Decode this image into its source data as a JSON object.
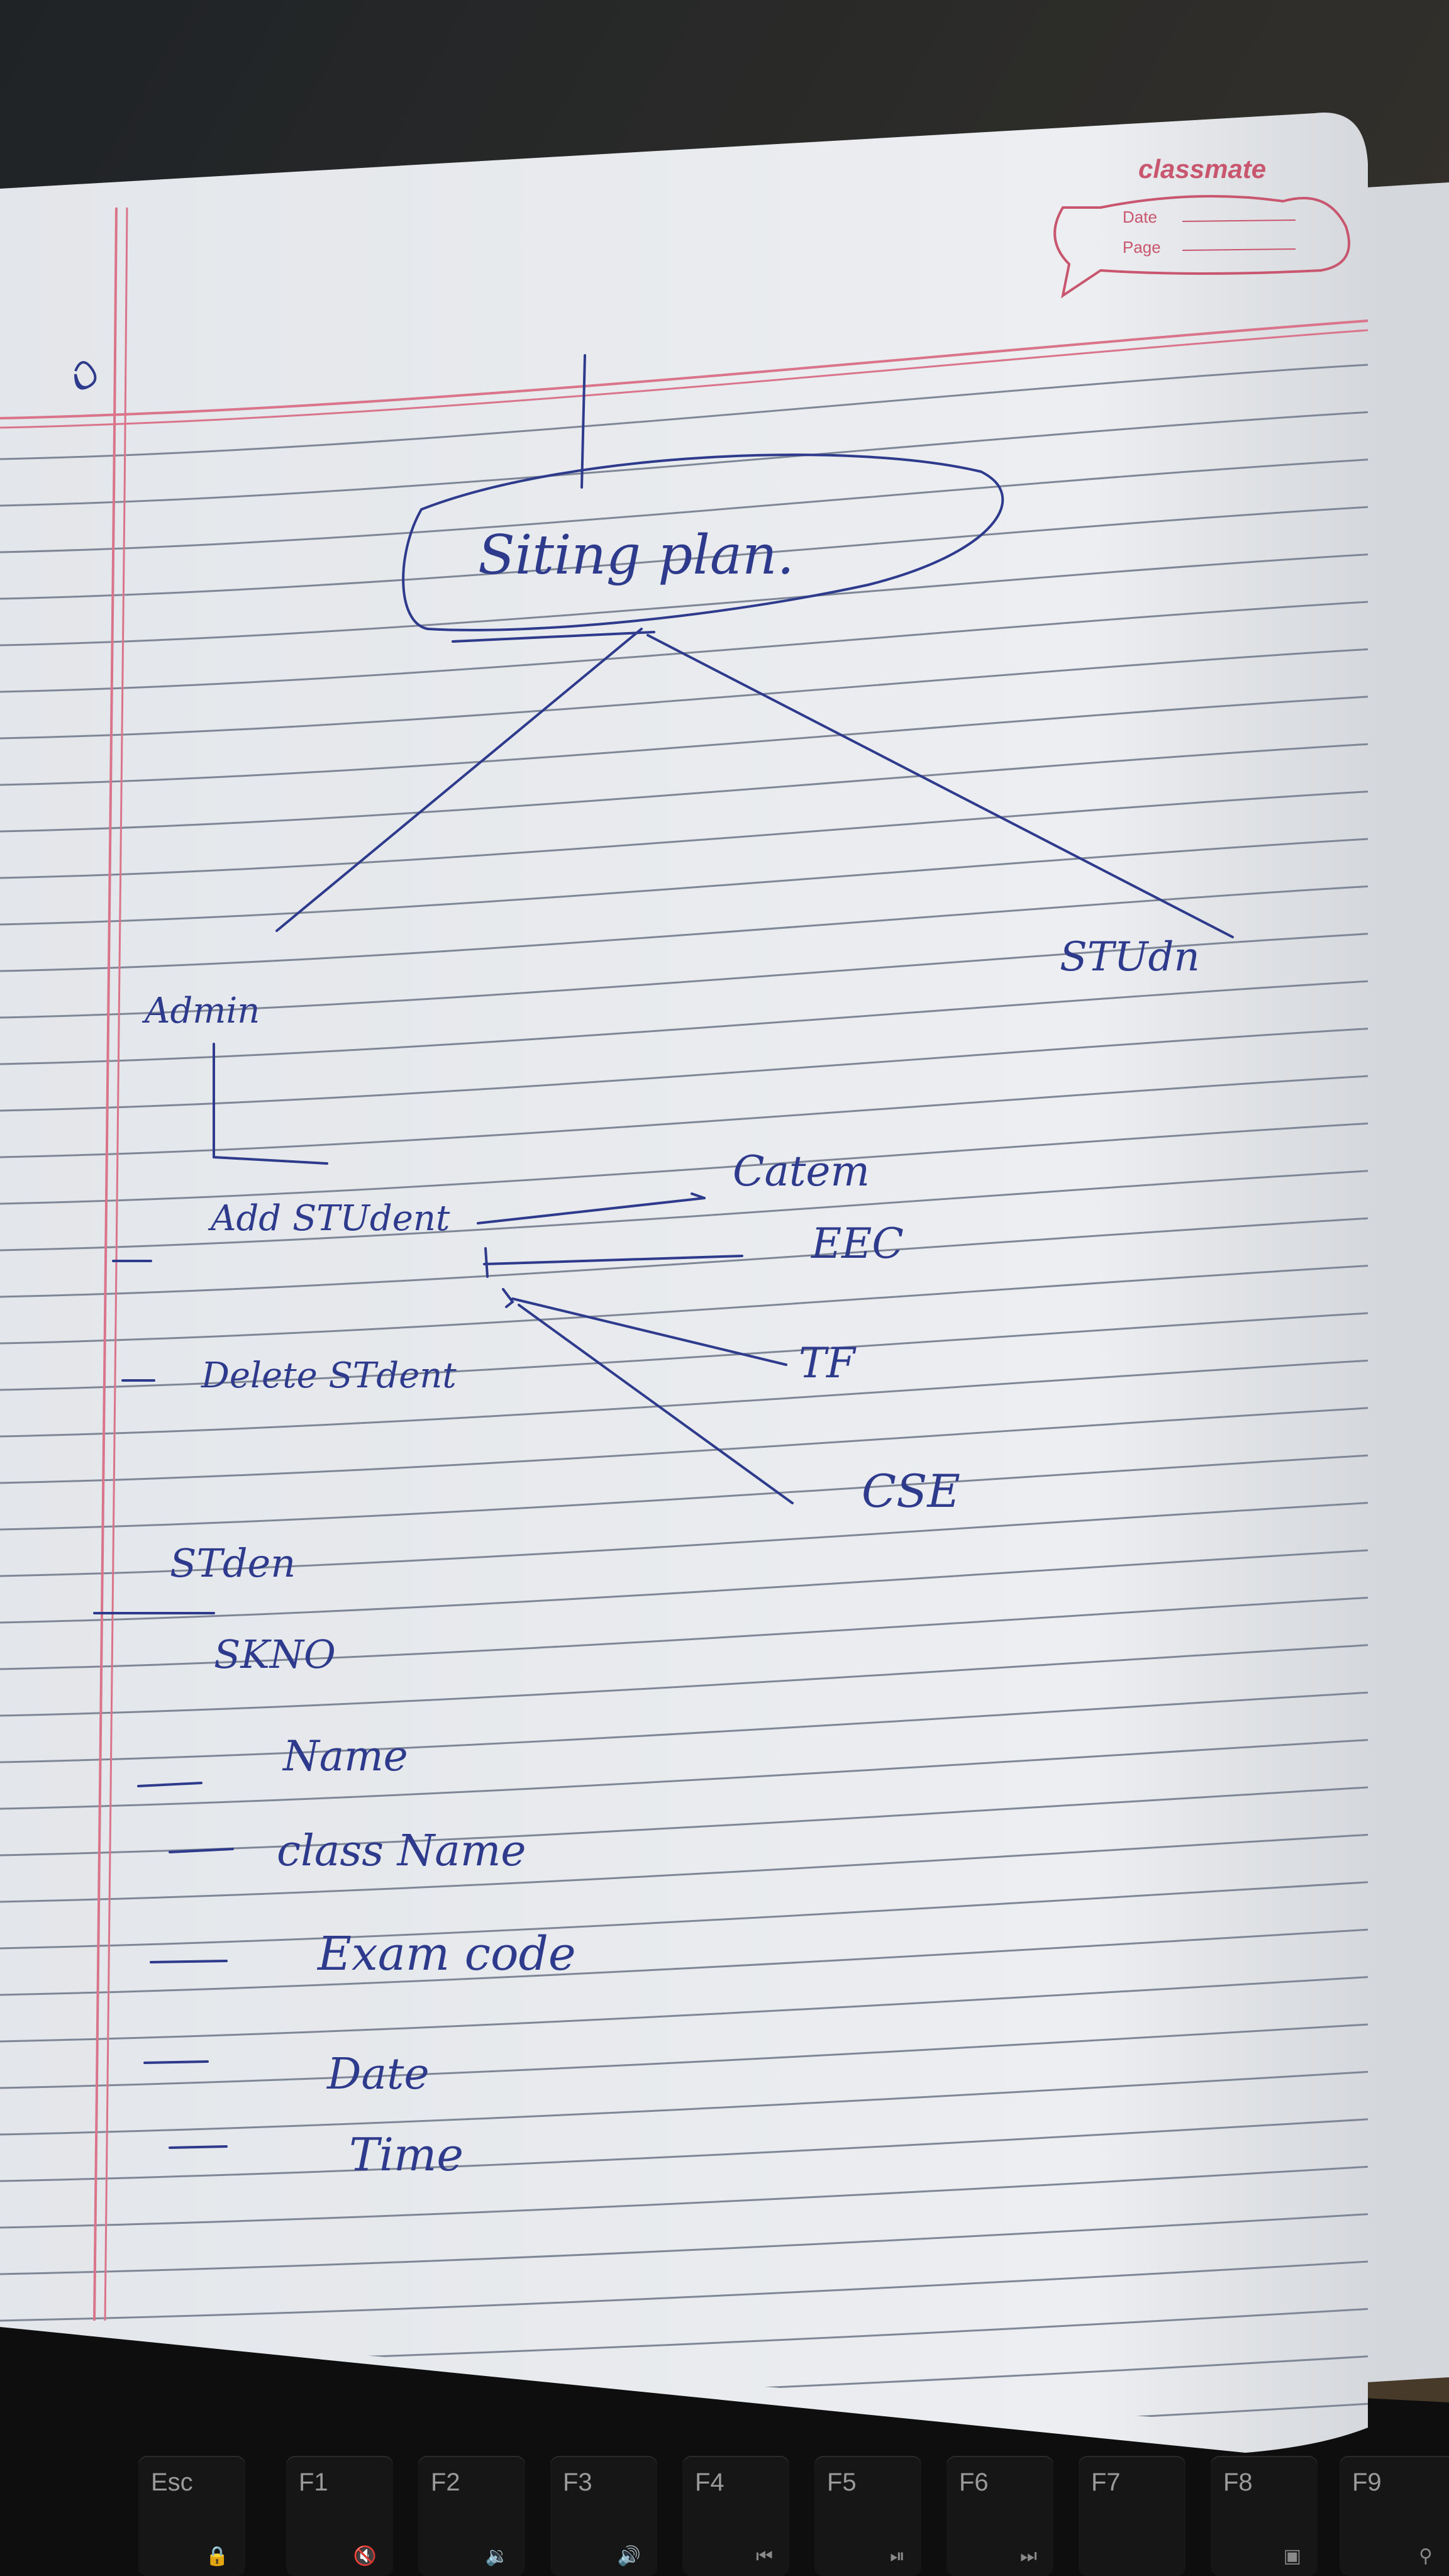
{
  "notebook": {
    "brand": "classmate",
    "date_label": "Date",
    "page_label": "Page"
  },
  "notes": {
    "title": "Siting plan.",
    "admin": "Admin",
    "student": "STUdn",
    "add_student": "Add STUdent",
    "delete_student": "Delete STdent",
    "branches": [
      "Catem",
      "EEC",
      "TF",
      "CSE"
    ],
    "student_section": "STden",
    "fields": [
      "SKNO",
      "Name",
      "class Name",
      "Exam code",
      "Date",
      "Time"
    ]
  },
  "keyboard": {
    "keys": [
      {
        "label": "Esc",
        "icon": "lock-icon"
      },
      {
        "label": "F1",
        "icon": "mute-icon"
      },
      {
        "label": "F2",
        "icon": "volume-down-icon"
      },
      {
        "label": "F3",
        "icon": "volume-up-icon"
      },
      {
        "label": "F4",
        "icon": "previous-track-icon"
      },
      {
        "label": "F5",
        "icon": "play-pause-icon"
      },
      {
        "label": "F6",
        "icon": "next-track-icon"
      },
      {
        "label": "F7",
        "icon": ""
      },
      {
        "label": "F8",
        "icon": "display-icon"
      },
      {
        "label": "F9",
        "icon": "search-icon"
      }
    ]
  },
  "colors": {
    "ink": "#2e3a8c",
    "margin_line": "#d9748a",
    "ruled_line": "#7f8797",
    "paper": "#e9ecf0"
  }
}
